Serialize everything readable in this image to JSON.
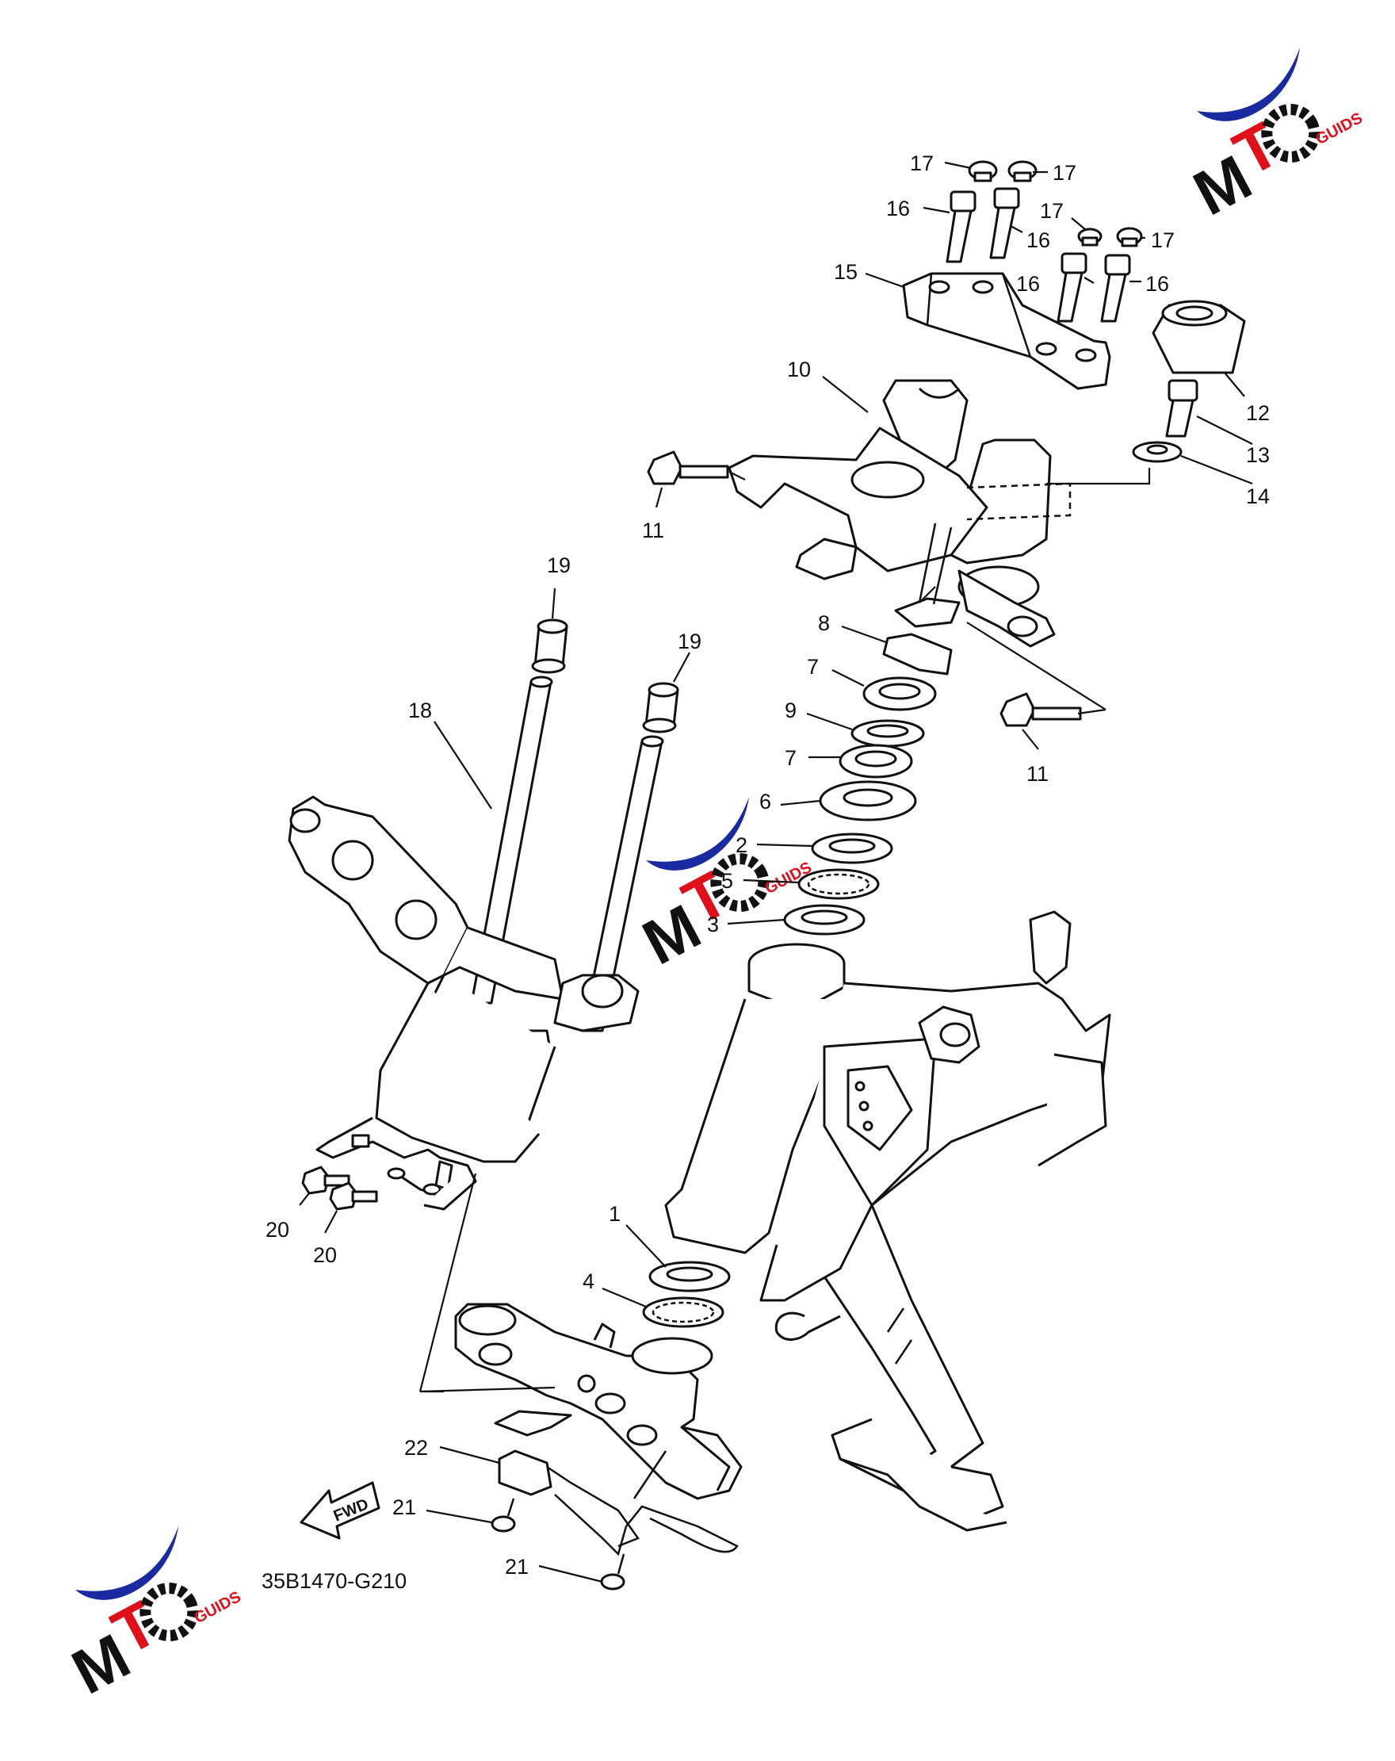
{
  "diagram": {
    "drawing_code": "35B1470-G210",
    "fwd_label": "FWD",
    "watermark": {
      "letters": [
        "M",
        "T",
        "O"
      ],
      "suffix": "GUIDS",
      "colors": {
        "swoosh": "#1a2aa0",
        "letters": "#111111",
        "accent": "#e0101a"
      }
    },
    "callouts": [
      {
        "id": "c1",
        "label": "1"
      },
      {
        "id": "c2",
        "label": "2"
      },
      {
        "id": "c3",
        "label": "3"
      },
      {
        "id": "c4",
        "label": "4"
      },
      {
        "id": "c5",
        "label": "5"
      },
      {
        "id": "c6",
        "label": "6"
      },
      {
        "id": "c7a",
        "label": "7"
      },
      {
        "id": "c7b",
        "label": "7"
      },
      {
        "id": "c8",
        "label": "8"
      },
      {
        "id": "c9",
        "label": "9"
      },
      {
        "id": "c10",
        "label": "10"
      },
      {
        "id": "c11a",
        "label": "11"
      },
      {
        "id": "c11b",
        "label": "11"
      },
      {
        "id": "c12",
        "label": "12"
      },
      {
        "id": "c13",
        "label": "13"
      },
      {
        "id": "c14",
        "label": "14"
      },
      {
        "id": "c15",
        "label": "15"
      },
      {
        "id": "c16a",
        "label": "16"
      },
      {
        "id": "c16b",
        "label": "16"
      },
      {
        "id": "c16c",
        "label": "16"
      },
      {
        "id": "c16d",
        "label": "16"
      },
      {
        "id": "c17a",
        "label": "17"
      },
      {
        "id": "c17b",
        "label": "17"
      },
      {
        "id": "c17c",
        "label": "17"
      },
      {
        "id": "c17d",
        "label": "17"
      },
      {
        "id": "c18",
        "label": "18"
      },
      {
        "id": "c19a",
        "label": "19"
      },
      {
        "id": "c19b",
        "label": "19"
      },
      {
        "id": "c20a",
        "label": "20"
      },
      {
        "id": "c20b",
        "label": "20"
      },
      {
        "id": "c21a",
        "label": "21"
      },
      {
        "id": "c21b",
        "label": "21"
      },
      {
        "id": "c22",
        "label": "22"
      }
    ]
  }
}
